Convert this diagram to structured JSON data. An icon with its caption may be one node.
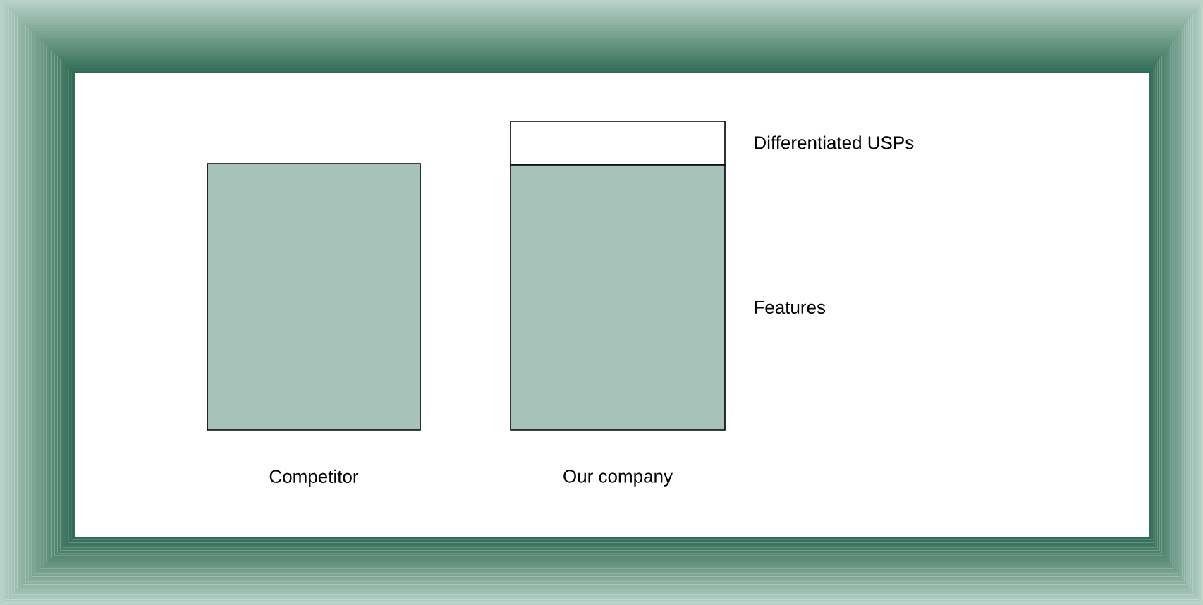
{
  "diagram": {
    "nodes": [
      {
        "text": [
          "Competitor"
        ]
      },
      {
        "text": [
          "Differentiated USPs"
        ]
      },
      {
        "text": [
          "Features"
        ]
      }
    ],
    "labels": [
      "Our company"
    ]
  }
}
